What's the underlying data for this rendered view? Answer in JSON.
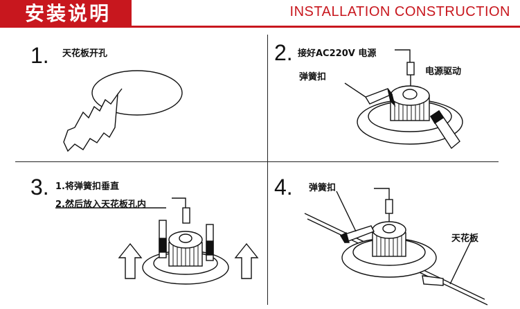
{
  "header": {
    "title_cn": "安装说明",
    "title_en": "INSTALLATION CONSTRUCTION",
    "accent_color": "#c8171e"
  },
  "steps": [
    {
      "number": "1.",
      "labels": [
        "天花板开孔"
      ]
    },
    {
      "number": "2.",
      "labels": [
        "接好AC220V 电源",
        "弹簧扣",
        "电源驱动"
      ]
    },
    {
      "number": "3.",
      "labels": [
        "1.将弹簧扣垂直",
        "2.然后放入天花板孔内"
      ]
    },
    {
      "number": "4.",
      "labels": [
        "弹簧扣",
        "天花板"
      ]
    }
  ]
}
